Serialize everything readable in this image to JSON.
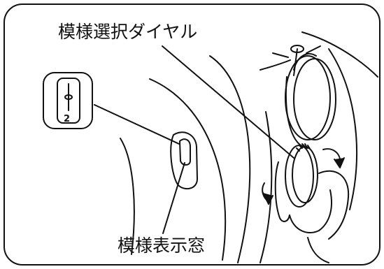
{
  "labels": {
    "pattern_dial": "模様選択ダイヤル",
    "pattern_window": "模様表示窓"
  },
  "inset": {
    "pattern_number": "2"
  }
}
